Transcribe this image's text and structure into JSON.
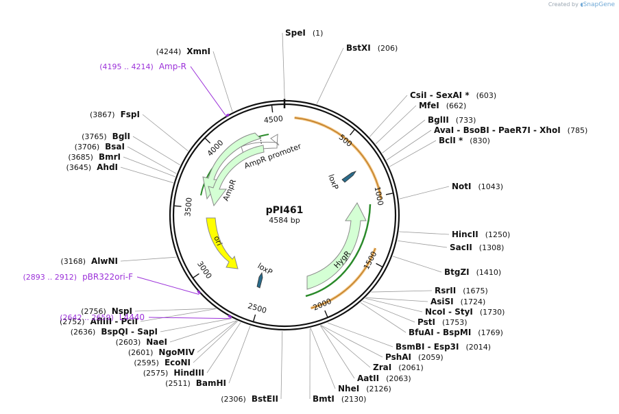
{
  "credit": {
    "prefix": "Created by",
    "brand": "SnapGene"
  },
  "plasmid": {
    "name": "pPI461",
    "size_label": "4584 bp",
    "length": 4584
  },
  "ticks": [
    "500",
    "1000",
    "1500",
    "2000",
    "2500",
    "3000",
    "3500",
    "4000",
    "4500"
  ],
  "features": [
    {
      "name": "AmpR promoter",
      "color": "#d4ffd4"
    },
    {
      "name": "AmpR",
      "color": "#d4ffd4"
    },
    {
      "name": "ori",
      "color": "#ffff00"
    },
    {
      "name": "HygR",
      "color": "#d4ffd4"
    },
    {
      "name": "loxP",
      "color": "#2a6b8a"
    },
    {
      "name": "loxP",
      "color": "#2a6b8a"
    }
  ],
  "enzymes": [
    {
      "label": "SpeI",
      "pos": "(1)"
    },
    {
      "label": "BstXI",
      "pos": "(206)"
    },
    {
      "label": "CsiI  -  SexAI *",
      "pos": "(603)"
    },
    {
      "label": "MfeI",
      "pos": "(662)"
    },
    {
      "label": "BglII",
      "pos": "(733)"
    },
    {
      "label": "AvaI  -  BsoBI  -  PaeR7I  -  XhoI",
      "pos": "(785)"
    },
    {
      "label": "BclI *",
      "pos": "(830)"
    },
    {
      "label": "NotI",
      "pos": "(1043)"
    },
    {
      "label": "HincII",
      "pos": "(1250)"
    },
    {
      "label": "SacII",
      "pos": "(1308)"
    },
    {
      "label": "BtgZI",
      "pos": "(1410)"
    },
    {
      "label": "RsrII",
      "pos": "(1675)"
    },
    {
      "label": "AsiSI",
      "pos": "(1724)"
    },
    {
      "label": "NcoI  -  StyI",
      "pos": "(1730)"
    },
    {
      "label": "PstI",
      "pos": "(1753)"
    },
    {
      "label": "BfuAI  -  BspMI",
      "pos": "(1769)"
    },
    {
      "label": "BsmBI  -  Esp3I",
      "pos": "(2014)"
    },
    {
      "label": "PshAI",
      "pos": "(2059)"
    },
    {
      "label": "ZraI",
      "pos": "(2061)"
    },
    {
      "label": "AatII",
      "pos": "(2063)"
    },
    {
      "label": "NheI",
      "pos": "(2126)"
    },
    {
      "label": "BmtI",
      "pos": "(2130)"
    },
    {
      "label": "BstEII",
      "pos": "(2306)"
    },
    {
      "label": "BamHI",
      "pos": "(2511)"
    },
    {
      "label": "HindIII",
      "pos": "(2575)"
    },
    {
      "label": "EcoNI",
      "pos": "(2595)"
    },
    {
      "label": "NgoMIV",
      "pos": "(2601)"
    },
    {
      "label": "NaeI",
      "pos": "(2603)"
    },
    {
      "label": "BspQI  -  SapI",
      "pos": "(2636)"
    },
    {
      "label": "AflIII  -  PciI",
      "pos": "(2752)"
    },
    {
      "label": "NspI",
      "pos": "(2756)"
    },
    {
      "label": "AlwNI",
      "pos": "(3168)"
    },
    {
      "label": "AhdI",
      "pos": "(3645)"
    },
    {
      "label": "BmrI",
      "pos": "(3685)"
    },
    {
      "label": "BsaI",
      "pos": "(3706)"
    },
    {
      "label": "BglI",
      "pos": "(3765)"
    },
    {
      "label": "FspI",
      "pos": "(3867)"
    },
    {
      "label": "XmnI",
      "pos": "(4244)"
    }
  ],
  "primers": [
    {
      "label": "Amp-R",
      "range": "(4195 .. 4214)",
      "color": "#9b30d9"
    },
    {
      "label": "pBR322ori-F",
      "range": "(2893 .. 2912)",
      "color": "#9b30d9"
    },
    {
      "label": "L4440",
      "range": "(2642 .. 2659)",
      "color": "#9b30d9"
    }
  ]
}
